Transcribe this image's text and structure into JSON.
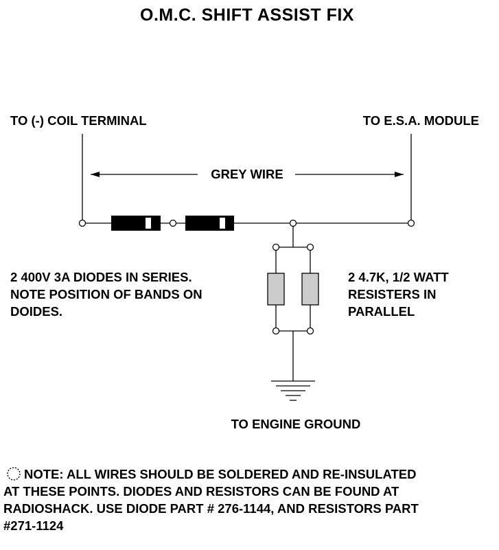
{
  "title": "O.M.C. SHIFT ASSIST FIX",
  "labels": {
    "coil_terminal": "TO (-) COIL TERMINAL",
    "esa_module": "TO E.S.A. MODULE",
    "grey_wire": "GREY WIRE",
    "diodes_note": [
      "2 400V 3A DIODES IN SERIES.",
      "NOTE POSITION OF BANDS ON",
      "DOIDES."
    ],
    "resistors_note": [
      "2 4.7K, 1/2 WATT",
      "RESISTERS IN",
      "PARALLEL"
    ],
    "engine_ground": "TO ENGINE GROUND"
  },
  "note": [
    "NOTE: ALL WIRES SHOULD BE SOLDERED AND RE-INSULATED",
    "AT THESE POINTS. DIODES AND RESISTORS CAN BE FOUND AT",
    "RADIOSHACK. USE DIODE PART # 276-1144, AND RESISTORS PART",
    "#271-1124"
  ],
  "colors": {
    "diode_body": "#000000",
    "diode_band": "#ffffff",
    "resistor_fill": "#cccccc"
  }
}
